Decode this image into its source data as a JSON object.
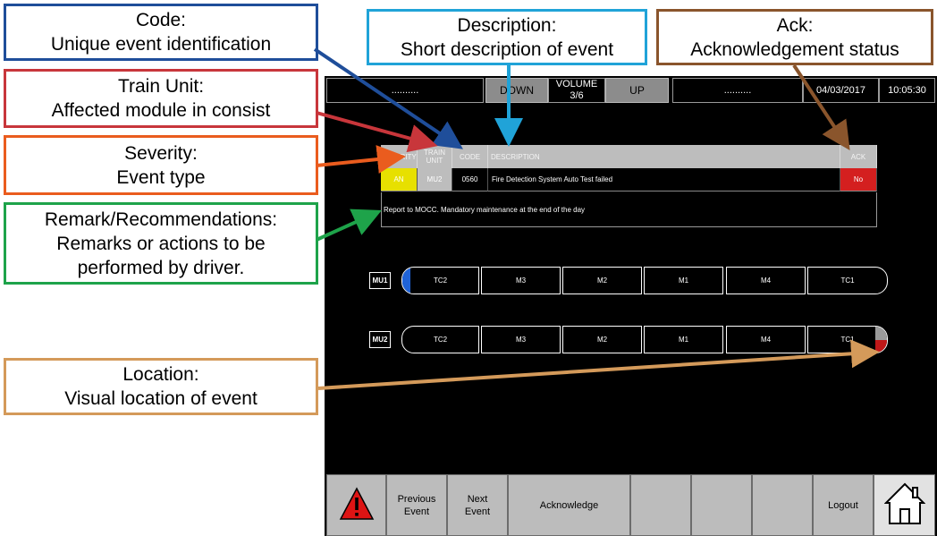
{
  "callouts": {
    "code": {
      "title": "Code:",
      "desc": "Unique event identification",
      "color": "#1f4e9a"
    },
    "train_unit": {
      "title": "Train Unit:",
      "desc": "Affected module in consist",
      "color": "#c8363b"
    },
    "severity": {
      "title": "Severity:",
      "desc": "Event type",
      "color": "#ea5c1e"
    },
    "remark": {
      "title": "Remark/Recommendations:",
      "desc1": "Remarks or actions to be",
      "desc2": "performed by driver.",
      "color": "#1ea34a"
    },
    "description": {
      "title": "Description:",
      "desc": "Short description of event",
      "color": "#20a3d8"
    },
    "ack": {
      "title": "Ack:",
      "desc": "Acknowledgement status",
      "color": "#8a552c"
    },
    "location": {
      "title": "Location:",
      "desc": "Visual location of event",
      "color": "#d49a5a"
    }
  },
  "header": {
    "left_dots": "..........",
    "down": "DOWN",
    "volume_label": "VOLUME",
    "volume_value": "3/6",
    "up": "UP",
    "right_dots": "..........",
    "date": "04/03/2017",
    "time": "10:05:30"
  },
  "table": {
    "columns": [
      "SEVERITY",
      "TRAIN UNIT",
      "CODE",
      "DESCRIPTION",
      "ACK"
    ],
    "row": {
      "severity": "AN",
      "train_unit": "MU2",
      "code": "0560",
      "description": "Fire Detection System Auto Test failed",
      "ack": "No"
    },
    "remark": "Report to MOCC. Mandatory maintenance at the end of the day"
  },
  "consist": {
    "mu1": {
      "label": "MU1",
      "cars": [
        "TC2",
        "M3",
        "M2",
        "M1",
        "M4",
        "TC1"
      ]
    },
    "mu2": {
      "label": "MU2",
      "cars": [
        "TC2",
        "M3",
        "M2",
        "M1",
        "M4",
        "TC1"
      ]
    }
  },
  "footer": {
    "prev_1": "Previous",
    "prev_2": "Event",
    "next_1": "Next",
    "next_2": "Event",
    "ack": "Acknowledge",
    "logout": "Logout"
  },
  "colors": {
    "severity_an": "#e7e000",
    "ack_no": "#d41f1f",
    "mu1_indicator": "#1f63d8",
    "mu2_indicator": "#c01818",
    "warning": "#dd1414"
  },
  "icons": [
    "warning-triangle-icon",
    "home-icon"
  ]
}
